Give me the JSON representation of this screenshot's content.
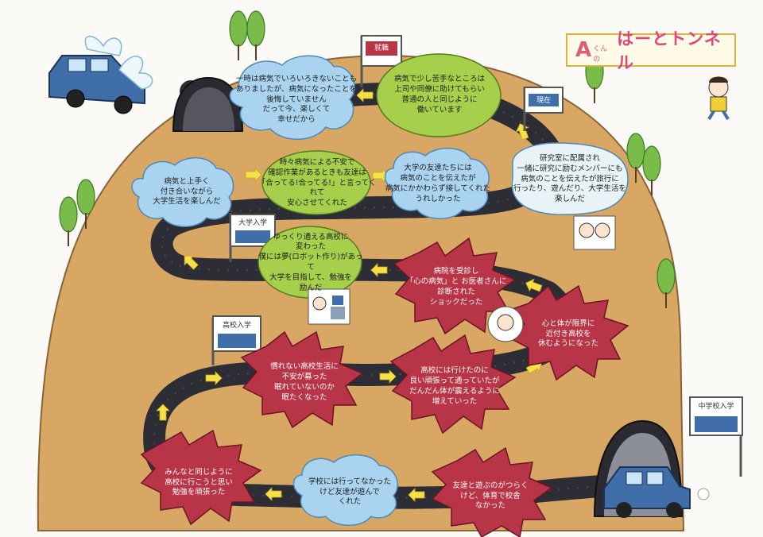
{
  "title": {
    "letter": "A",
    "suffix": "くんの",
    "main": "はーとトンネル"
  },
  "signs": {
    "junior_high": "中学校入学",
    "high_school": "高校入学",
    "university": "大学入学",
    "job": "就職",
    "current": "現在"
  },
  "bubbles": {
    "b1": "友達と遊ぶのがつらく\nけど、体育で校舎\nなかった",
    "b2": "学校には行ってなかった\nけど友達が遊んで\nくれた",
    "b3": "みんなと同じように\n高校に行こうと思い\n勉強を頑張った",
    "b4": "慣れない高校生活に\n不安が募った\n眠れていないのか\n眠たくなった",
    "b5": "高校には行けたのに\n良い頑張って通っていたが\nだんだん体が震えるように\n増えていった",
    "b6": "心と体が限界に\n近付き高校を\n休むようになった",
    "b7": "病院を受診し\n「心の病気」と お医者さんに\n診断された\nショックだった",
    "b8": "ゆっくり通える高校に\n変わった\n僕には夢(ロボット作り)があって\n大学を目指して、勉強を\n励んだ",
    "b9": "病気と上手く\n付き合いながら\n大学生活を楽しんだ",
    "b10": "時々病気による不安で\n確認作業があるときも友達は\n「合ってる!合ってる!」と言ってくれて\n安心させてくれた",
    "b11": "大学の友達たちには\n病気のことを伝えたが\n病気にかかわらず接してくれた\nうれしかった",
    "b12": "研究室に配属され\n一緒に研究に励むメンバーにも\n病気のことを伝えたが旅行に\n行ったり、遊んだり、大学生活を\n楽しんだ",
    "b13": "一時は病気でいろいろきないこともありましたが、病気になったことを\n後悔していません\nだって今、楽しくて\n幸せだから",
    "b14": "病気で少し苦手なところは\n上司や同僚に助けてもらい\n普通の人と同じように\n働いています"
  },
  "icons": [
    "flying-car-icon",
    "driving-car-icon",
    "tunnel-icon",
    "tree-icon",
    "arrow-icon",
    "boy-icon"
  ],
  "colors": {
    "hill": "#d8a764",
    "road": "#2d2d35",
    "arrow": "#f6e04a",
    "cloud": "#a9d3ee",
    "green_bubble": "#a6cf4c",
    "red_bubble": "#b83447",
    "car": "#3f6ea8",
    "tree": "#79bc4a",
    "title_pink": "#e0467a"
  }
}
